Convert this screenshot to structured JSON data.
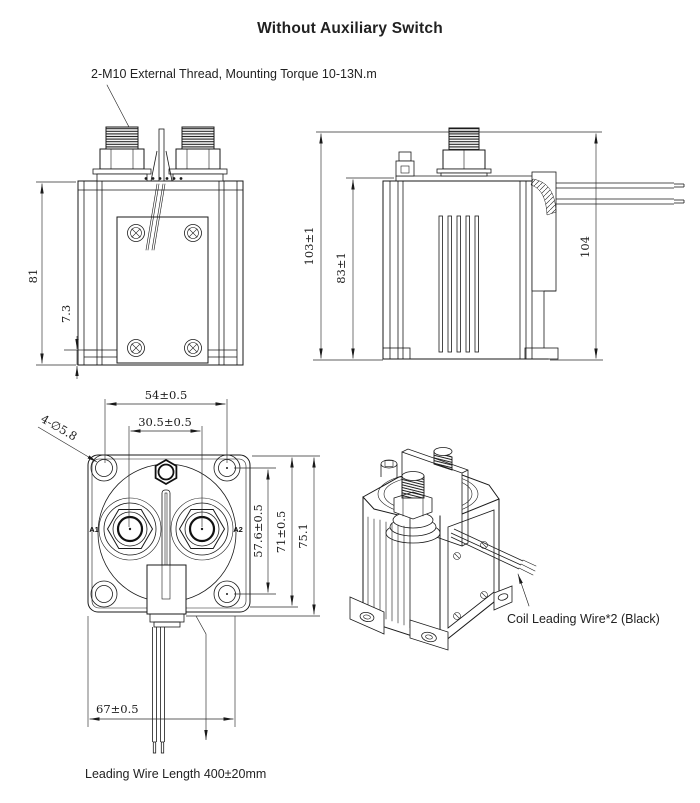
{
  "title": "Without Auxiliary Switch",
  "colors": {
    "line": "#1a1a1a",
    "text": "#222222",
    "background": "#ffffff"
  },
  "notes": {
    "mounting": "2-M10 External Thread, Mounting Torque 10-13N.m",
    "coil_wire": "Coil Leading Wire*2 (Black)",
    "wire_length": "Leading Wire Length 400±20mm"
  },
  "front_view": {
    "dims": {
      "body_height": "81",
      "foot_height": "7.3"
    }
  },
  "side_view": {
    "dims": {
      "overall_height": "103±1",
      "body_height": "83±1",
      "wire_offset": "104"
    }
  },
  "bottom_view": {
    "terminals": {
      "left": "A1",
      "right": "A2"
    },
    "dims": {
      "mount_hole_span_x": "54±0.5",
      "terminal_span": "30.5±0.5",
      "mount_holes": "4-∅5.8",
      "mount_hole_span_y": "57.6±0.5",
      "body_width": "71±0.5",
      "overall_width": "75.1",
      "base_span": "67±0.5"
    }
  }
}
